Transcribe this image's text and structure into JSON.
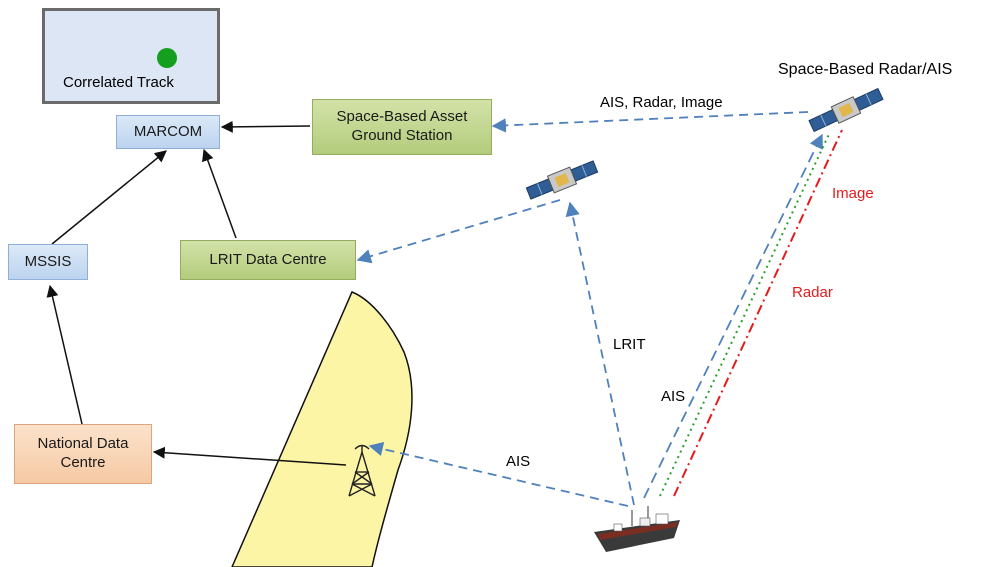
{
  "screen": {
    "label": "Correlated Track"
  },
  "boxes": {
    "marcom": "MARCOM",
    "mssis": "MSSIS",
    "lrit_centre": "LRIT Data Centre",
    "ground_station_line1": "Space-Based Asset",
    "ground_station_line2": "Ground Station",
    "national_line1": "National Data",
    "national_line2": "Centre"
  },
  "labels": {
    "space_based": "Space-Based Radar/AIS",
    "link_top": "AIS, Radar, Image",
    "image": "Image",
    "radar": "Radar",
    "lrit": "LRIT",
    "ais_sat": "AIS",
    "ais_ground": "AIS"
  },
  "colors": {
    "dashed_link": "#4f81bd",
    "image_link": "#2ca02c",
    "radar_link": "#e41a1c",
    "coverage": "#fdf5a6",
    "track_dot": "#14a01e"
  }
}
